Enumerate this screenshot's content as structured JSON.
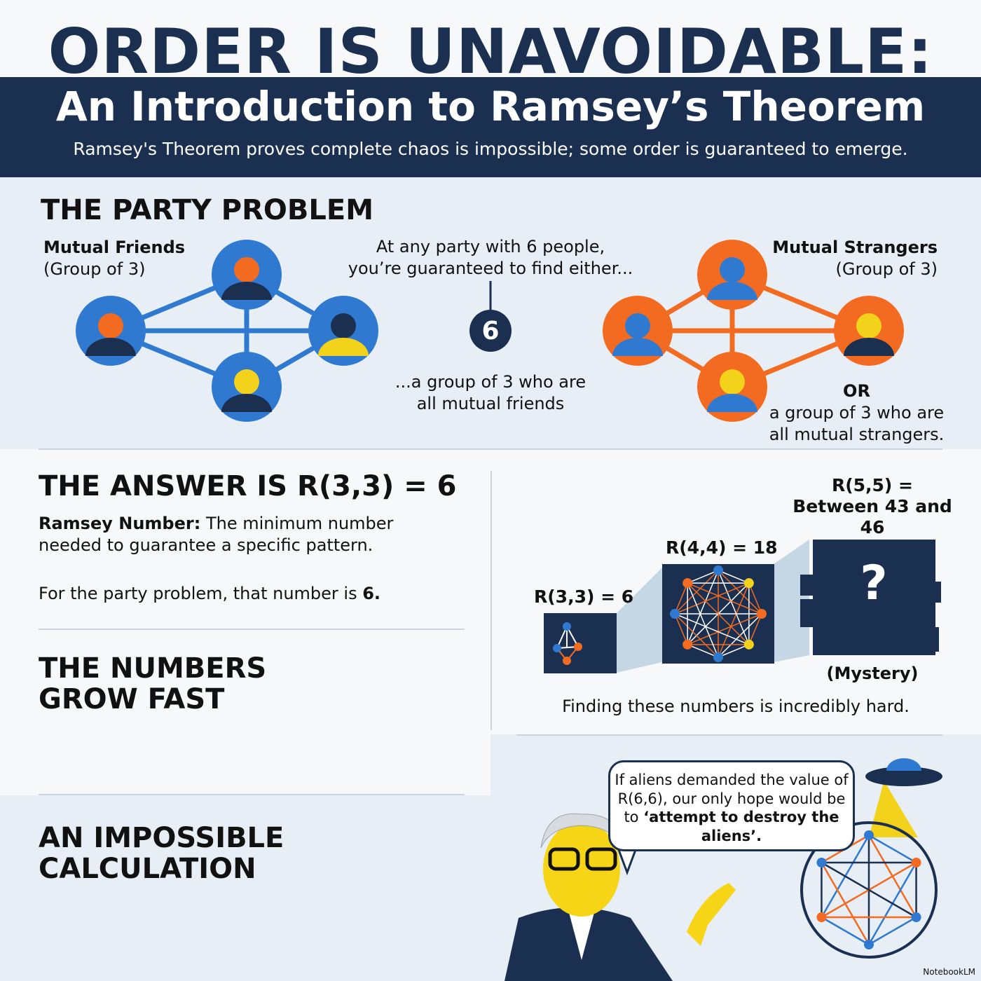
{
  "header": {
    "title": "ORDER IS UNAVOIDABLE:",
    "subtitle": "An Introduction to Ramsey’s Theorem",
    "tagline": "Ramsey's Theorem proves complete chaos is impossible; some order is guaranteed to emerge."
  },
  "party": {
    "heading": "THE PARTY PROBLEM",
    "friends_label": "Mutual Friends",
    "friends_sub": "(Group of 3)",
    "intro_line1": "At any party with 6 people,",
    "intro_line2": "you’re guaranteed to find either...",
    "number": "6",
    "friends_line1": "...a group of 3 who are",
    "friends_line2": "all mutual friends",
    "strangers_label": "Mutual Strangers",
    "strangers_sub": "(Group of 3)",
    "or": "OR",
    "strangers_line1": "a group of 3 who are",
    "strangers_line2": "all mutual strangers."
  },
  "answer": {
    "heading": "THE ANSWER IS R(3,3) = 6",
    "def_bold": "Ramsey Number:",
    "def_text": " The minimum number needed to guarantee a specific pattern.",
    "party_text": "For the party problem, that number is ",
    "party_number": "6."
  },
  "grow": {
    "heading_line1": "THE NUMBERS",
    "heading_line2": "GROW FAST",
    "r33": "R(3,3) = 6",
    "r44": "R(4,4) = 18",
    "r55_line1": "R(5,5) =",
    "r55_line2": "Between 43 and",
    "r55_line3": "46",
    "mystery": "(Mystery)",
    "question": "?",
    "caption": "Finding these numbers is incredibly hard."
  },
  "impossible": {
    "heading_line1": "AN IMPOSSIBLE",
    "heading_line2": "CALCULATION",
    "quote_part1": "If aliens demanded the value of R(6,6), our only hope would be to ",
    "quote_bold": "‘attempt to destroy the aliens’.",
    "watermark": "NotebookLM"
  },
  "colors": {
    "navy": "#1b3050",
    "blue": "#2f7ad0",
    "orange": "#f26b21",
    "yellow": "#f2d21b"
  }
}
